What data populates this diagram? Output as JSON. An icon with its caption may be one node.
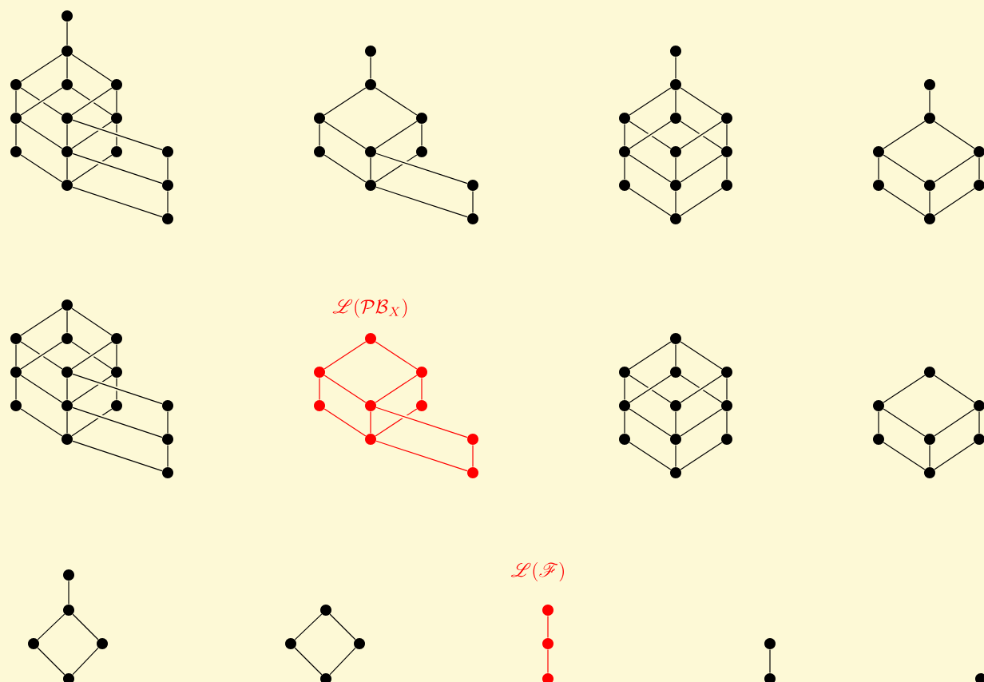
{
  "diagram": {
    "nodes": [
      {
        "text": [],
        "shape": "circle"
      },
      {
        "text": [],
        "shape": "circle"
      },
      {
        "text": [],
        "shape": "circle"
      },
      {
        "text": [],
        "shape": "circle"
      },
      {
        "text": [],
        "shape": "circle"
      },
      {
        "text": [],
        "shape": "circle"
      },
      {
        "text": [],
        "shape": "circle"
      },
      {
        "text": [],
        "shape": "circle"
      },
      {
        "text": [],
        "shape": "circle"
      },
      {
        "text": [],
        "shape": "circle"
      },
      {
        "text": [],
        "shape": "circle"
      },
      {
        "text": [],
        "shape": "circle"
      },
      {
        "text": [],
        "shape": "circle"
      },
      {
        "text": [],
        "shape": "circle"
      },
      {
        "text": [],
        "shape": "circle"
      },
      {
        "text": [],
        "shape": "circle"
      },
      {
        "text": [],
        "shape": "circle"
      },
      {
        "text": [],
        "shape": "circle"
      },
      {
        "text": [],
        "shape": "circle"
      },
      {
        "text": [],
        "shape": "circle"
      },
      {
        "text": [],
        "shape": "circle"
      },
      {
        "text": [],
        "shape": "circle"
      },
      {
        "text": [],
        "shape": "circle"
      },
      {
        "text": [],
        "shape": "circle"
      },
      {
        "text": [],
        "shape": "circle"
      },
      {
        "text": [],
        "shape": "circle"
      },
      {
        "text": [],
        "shape": "circle"
      },
      {
        "text": [],
        "shape": "circle"
      },
      {
        "text": [],
        "shape": "circle"
      },
      {
        "text": [],
        "shape": "circle"
      },
      {
        "text": [],
        "shape": "circle"
      },
      {
        "text": [],
        "shape": "circle"
      },
      {
        "text": [],
        "shape": "circle"
      },
      {
        "text": [],
        "shape": "circle"
      },
      {
        "text": [],
        "shape": "circle"
      },
      {
        "text": [],
        "shape": "circle"
      },
      {
        "text": [],
        "shape": "circle"
      },
      {
        "text": [],
        "shape": "circle"
      },
      {
        "text": [],
        "shape": "circle"
      },
      {
        "text": [],
        "shape": "circle"
      },
      {
        "text": [],
        "shape": "circle"
      },
      {
        "text": [],
        "shape": "circle"
      },
      {
        "text": [],
        "shape": "circle"
      },
      {
        "text": [],
        "shape": "circle"
      },
      {
        "text": [],
        "shape": "circle"
      },
      {
        "text": [],
        "shape": "circle"
      },
      {
        "text": [],
        "shape": "circle"
      },
      {
        "text": [],
        "shape": "circle"
      },
      {
        "text": [],
        "shape": "circle"
      },
      {
        "text": [],
        "shape": "circle"
      },
      {
        "text": [],
        "shape": "circle"
      },
      {
        "text": [],
        "shape": "circle"
      },
      {
        "text": [],
        "shape": "circle"
      },
      {
        "text": [],
        "shape": "circle"
      },
      {
        "text": [],
        "shape": "circle"
      },
      {
        "text": [],
        "shape": "circle"
      },
      {
        "text": [],
        "shape": "circle"
      },
      {
        "text": [],
        "shape": "circle"
      },
      {
        "text": [],
        "shape": "circle"
      },
      {
        "text": [],
        "shape": "circle"
      },
      {
        "text": [],
        "shape": "circle"
      },
      {
        "text": [],
        "shape": "circle"
      },
      {
        "text": [],
        "shape": "circle"
      },
      {
        "text": [],
        "shape": "circle"
      },
      {
        "text": [],
        "shape": "circle"
      },
      {
        "text": [],
        "shape": "circle"
      },
      {
        "text": [],
        "shape": "circle"
      },
      {
        "text": [],
        "shape": "circle"
      },
      {
        "text": [],
        "shape": "circle"
      },
      {
        "text": [],
        "shape": "circle"
      },
      {
        "text": [],
        "shape": "circle"
      },
      {
        "text": [],
        "shape": "circle"
      },
      {
        "text": [],
        "shape": "circle"
      },
      {
        "text": [],
        "shape": "circle"
      },
      {
        "text": [],
        "shape": "circle"
      },
      {
        "text": [],
        "shape": "circle"
      },
      {
        "text": [],
        "shape": "circle"
      },
      {
        "text": [],
        "shape": "circle"
      },
      {
        "text": [],
        "shape": "circle"
      },
      {
        "text": [],
        "shape": "circle"
      },
      {
        "text": [],
        "shape": "circle"
      },
      {
        "text": [],
        "shape": "circle"
      },
      {
        "text": [],
        "shape": "circle"
      },
      {
        "text": [],
        "shape": "circle"
      },
      {
        "text": [],
        "shape": "circle"
      },
      {
        "text": [],
        "shape": "circle"
      },
      {
        "text": [],
        "shape": "circle"
      },
      {
        "text": [],
        "shape": "circle"
      },
      {
        "text": [],
        "shape": "circle"
      },
      {
        "text": [],
        "shape": "circle"
      },
      {
        "text": [],
        "shape": "circle"
      },
      {
        "text": [],
        "shape": "circle"
      },
      {
        "text": [],
        "shape": "circle"
      },
      {
        "text": [],
        "shape": "circle"
      },
      {
        "text": [],
        "shape": "circle"
      },
      {
        "text": [],
        "shape": "circle"
      },
      {
        "text": [],
        "shape": "circle"
      },
      {
        "text": [],
        "shape": "circle"
      },
      {
        "text": [],
        "shape": "circle"
      },
      {
        "text": [],
        "shape": "circle"
      },
      {
        "text": [],
        "shape": "circle"
      }
    ],
    "edges": [
      {
        "from": 0,
        "to": 1,
        "arrow": "none"
      },
      {
        "from": 1,
        "to": 2,
        "arrow": "none"
      },
      {
        "from": 1,
        "to": 3,
        "arrow": "none"
      },
      {
        "from": 1,
        "to": 4,
        "arrow": "none"
      },
      {
        "from": 2,
        "to": 5,
        "arrow": "none"
      },
      {
        "from": 2,
        "to": 6,
        "arrow": "none"
      },
      {
        "from": 3,
        "to": 5,
        "arrow": "none"
      },
      {
        "from": 3,
        "to": 7,
        "arrow": "none"
      },
      {
        "from": 4,
        "to": 6,
        "arrow": "none"
      },
      {
        "from": 4,
        "to": 7,
        "arrow": "none"
      },
      {
        "from": 5,
        "to": 8,
        "arrow": "none"
      },
      {
        "from": 5,
        "to": 9,
        "arrow": "none"
      },
      {
        "from": 6,
        "to": 9,
        "arrow": "none"
      },
      {
        "from": 7,
        "to": 9,
        "arrow": "none"
      },
      {
        "from": 7,
        "to": 10,
        "arrow": "none"
      },
      {
        "from": 6,
        "to": 11,
        "arrow": "none"
      },
      {
        "from": 8,
        "to": 12,
        "arrow": "none"
      },
      {
        "from": 9,
        "to": 12,
        "arrow": "none"
      },
      {
        "from": 10,
        "to": 12,
        "arrow": "none"
      },
      {
        "from": 9,
        "to": 13,
        "arrow": "none"
      },
      {
        "from": 12,
        "to": 14,
        "arrow": "none"
      },
      {
        "from": 11,
        "to": 13,
        "arrow": "none"
      },
      {
        "from": 13,
        "to": 14,
        "arrow": "none"
      },
      {
        "from": 15,
        "to": 16,
        "arrow": "none"
      },
      {
        "from": 16,
        "to": 17,
        "arrow": "none"
      },
      {
        "from": 16,
        "to": 18,
        "arrow": "none"
      },
      {
        "from": 17,
        "to": 19,
        "arrow": "none"
      },
      {
        "from": 17,
        "to": 20,
        "arrow": "none"
      },
      {
        "from": 18,
        "to": 20,
        "arrow": "none"
      },
      {
        "from": 18,
        "to": 21,
        "arrow": "none"
      },
      {
        "from": 19,
        "to": 22,
        "arrow": "none"
      },
      {
        "from": 20,
        "to": 22,
        "arrow": "none"
      },
      {
        "from": 21,
        "to": 22,
        "arrow": "none"
      },
      {
        "from": 20,
        "to": 23,
        "arrow": "none"
      },
      {
        "from": 22,
        "to": 24,
        "arrow": "none"
      },
      {
        "from": 23,
        "to": 24,
        "arrow": "none"
      },
      {
        "from": 25,
        "to": 26,
        "arrow": "none"
      },
      {
        "from": 26,
        "to": 27,
        "arrow": "none"
      },
      {
        "from": 26,
        "to": 28,
        "arrow": "none"
      },
      {
        "from": 26,
        "to": 29,
        "arrow": "none"
      },
      {
        "from": 27,
        "to": 30,
        "arrow": "none"
      },
      {
        "from": 27,
        "to": 31,
        "arrow": "none"
      },
      {
        "from": 28,
        "to": 30,
        "arrow": "none"
      },
      {
        "from": 28,
        "to": 32,
        "arrow": "none"
      },
      {
        "from": 29,
        "to": 31,
        "arrow": "none"
      },
      {
        "from": 29,
        "to": 32,
        "arrow": "none"
      },
      {
        "from": 30,
        "to": 33,
        "arrow": "none"
      },
      {
        "from": 30,
        "to": 34,
        "arrow": "none"
      },
      {
        "from": 31,
        "to": 34,
        "arrow": "none"
      },
      {
        "from": 32,
        "to": 34,
        "arrow": "none"
      },
      {
        "from": 32,
        "to": 35,
        "arrow": "none"
      },
      {
        "from": 33,
        "to": 36,
        "arrow": "none"
      },
      {
        "from": 34,
        "to": 36,
        "arrow": "none"
      },
      {
        "from": 35,
        "to": 36,
        "arrow": "none"
      },
      {
        "from": 37,
        "to": 38,
        "arrow": "none"
      },
      {
        "from": 38,
        "to": 39,
        "arrow": "none"
      },
      {
        "from": 38,
        "to": 40,
        "arrow": "none"
      },
      {
        "from": 39,
        "to": 41,
        "arrow": "none"
      },
      {
        "from": 39,
        "to": 42,
        "arrow": "none"
      },
      {
        "from": 40,
        "to": 42,
        "arrow": "none"
      },
      {
        "from": 40,
        "to": 43,
        "arrow": "none"
      },
      {
        "from": 41,
        "to": 44,
        "arrow": "none"
      },
      {
        "from": 42,
        "to": 44,
        "arrow": "none"
      },
      {
        "from": 43,
        "to": 44,
        "arrow": "none"
      },
      {
        "from": 45,
        "to": 46,
        "arrow": "none"
      },
      {
        "from": 45,
        "to": 47,
        "arrow": "none"
      },
      {
        "from": 45,
        "to": 48,
        "arrow": "none"
      },
      {
        "from": 46,
        "to": 49,
        "arrow": "none"
      },
      {
        "from": 46,
        "to": 50,
        "arrow": "none"
      },
      {
        "from": 47,
        "to": 49,
        "arrow": "none"
      },
      {
        "from": 47,
        "to": 51,
        "arrow": "none"
      },
      {
        "from": 48,
        "to": 50,
        "arrow": "none"
      },
      {
        "from": 48,
        "to": 51,
        "arrow": "none"
      },
      {
        "from": 49,
        "to": 52,
        "arrow": "none"
      },
      {
        "from": 49,
        "to": 53,
        "arrow": "none"
      },
      {
        "from": 50,
        "to": 53,
        "arrow": "none"
      },
      {
        "from": 51,
        "to": 53,
        "arrow": "none"
      },
      {
        "from": 51,
        "to": 54,
        "arrow": "none"
      },
      {
        "from": 50,
        "to": 55,
        "arrow": "none"
      },
      {
        "from": 52,
        "to": 56,
        "arrow": "none"
      },
      {
        "from": 53,
        "to": 56,
        "arrow": "none"
      },
      {
        "from": 54,
        "to": 56,
        "arrow": "none"
      },
      {
        "from": 53,
        "to": 57,
        "arrow": "none"
      },
      {
        "from": 56,
        "to": 58,
        "arrow": "none"
      },
      {
        "from": 55,
        "to": 57,
        "arrow": "none"
      },
      {
        "from": 57,
        "to": 58,
        "arrow": "none"
      },
      {
        "from": 59,
        "to": 60,
        "arrow": "none",
        "color": "#ff0000"
      },
      {
        "from": 59,
        "to": 61,
        "arrow": "none",
        "color": "#ff0000"
      },
      {
        "from": 60,
        "to": 62,
        "arrow": "none",
        "color": "#ff0000"
      },
      {
        "from": 60,
        "to": 63,
        "arrow": "none",
        "color": "#ff0000"
      },
      {
        "from": 61,
        "to": 63,
        "arrow": "none",
        "color": "#ff0000"
      },
      {
        "from": 61,
        "to": 64,
        "arrow": "none",
        "color": "#ff0000"
      },
      {
        "from": 62,
        "to": 65,
        "arrow": "none",
        "color": "#ff0000"
      },
      {
        "from": 63,
        "to": 65,
        "arrow": "none",
        "color": "#ff0000"
      },
      {
        "from": 64,
        "to": 65,
        "arrow": "none",
        "color": "#ff0000"
      },
      {
        "from": 63,
        "to": 66,
        "arrow": "none",
        "color": "#ff0000"
      },
      {
        "from": 65,
        "to": 67,
        "arrow": "none",
        "color": "#ff0000"
      },
      {
        "from": 66,
        "to": 67,
        "arrow": "none",
        "color": "#ff0000"
      },
      {
        "from": 68,
        "to": 69,
        "arrow": "none"
      },
      {
        "from": 68,
        "to": 70,
        "arrow": "none"
      },
      {
        "from": 68,
        "to": 71,
        "arrow": "none"
      },
      {
        "from": 69,
        "to": 72,
        "arrow": "none"
      },
      {
        "from": 69,
        "to": 73,
        "arrow": "none"
      },
      {
        "from": 70,
        "to": 72,
        "arrow": "none"
      },
      {
        "from": 70,
        "to": 74,
        "arrow": "none"
      },
      {
        "from": 71,
        "to": 73,
        "arrow": "none"
      },
      {
        "from": 71,
        "to": 74,
        "arrow": "none"
      },
      {
        "from": 72,
        "to": 75,
        "arrow": "none"
      },
      {
        "from": 72,
        "to": 76,
        "arrow": "none"
      },
      {
        "from": 73,
        "to": 76,
        "arrow": "none"
      },
      {
        "from": 74,
        "to": 76,
        "arrow": "none"
      },
      {
        "from": 74,
        "to": 77,
        "arrow": "none"
      },
      {
        "from": 75,
        "to": 78,
        "arrow": "none"
      },
      {
        "from": 76,
        "to": 78,
        "arrow": "none"
      },
      {
        "from": 77,
        "to": 78,
        "arrow": "none"
      },
      {
        "from": 79,
        "to": 80,
        "arrow": "none"
      },
      {
        "from": 79,
        "to": 81,
        "arrow": "none"
      },
      {
        "from": 80,
        "to": 82,
        "arrow": "none"
      },
      {
        "from": 80,
        "to": 83,
        "arrow": "none"
      },
      {
        "from": 81,
        "to": 83,
        "arrow": "none"
      },
      {
        "from": 81,
        "to": 84,
        "arrow": "none"
      },
      {
        "from": 82,
        "to": 85,
        "arrow": "none"
      },
      {
        "from": 83,
        "to": 85,
        "arrow": "none"
      },
      {
        "from": 84,
        "to": 85,
        "arrow": "none"
      },
      {
        "from": 86,
        "to": 87,
        "arrow": "none"
      },
      {
        "from": 87,
        "to": 88,
        "arrow": "none"
      },
      {
        "from": 87,
        "to": 89,
        "arrow": "none"
      },
      {
        "from": 88,
        "to": 90,
        "arrow": "none"
      },
      {
        "from": 89,
        "to": 90,
        "arrow": "none"
      },
      {
        "from": 91,
        "to": 92,
        "arrow": "none"
      },
      {
        "from": 91,
        "to": 93,
        "arrow": "none"
      },
      {
        "from": 92,
        "to": 94,
        "arrow": "none"
      },
      {
        "from": 93,
        "to": 94,
        "arrow": "none"
      },
      {
        "from": 95,
        "to": 96,
        "arrow": "none",
        "color": "#ff0000"
      },
      {
        "from": 96,
        "to": 97,
        "arrow": "none",
        "color": "#ff0000"
      },
      {
        "from": 98,
        "to": 99,
        "arrow": "none"
      }
    ],
    "labels": [
      "\\mathscr{L}(\\mathcal{PB}_X)",
      "\\mathscr{L}(\\mathscr{F})"
    ]
  }
}
